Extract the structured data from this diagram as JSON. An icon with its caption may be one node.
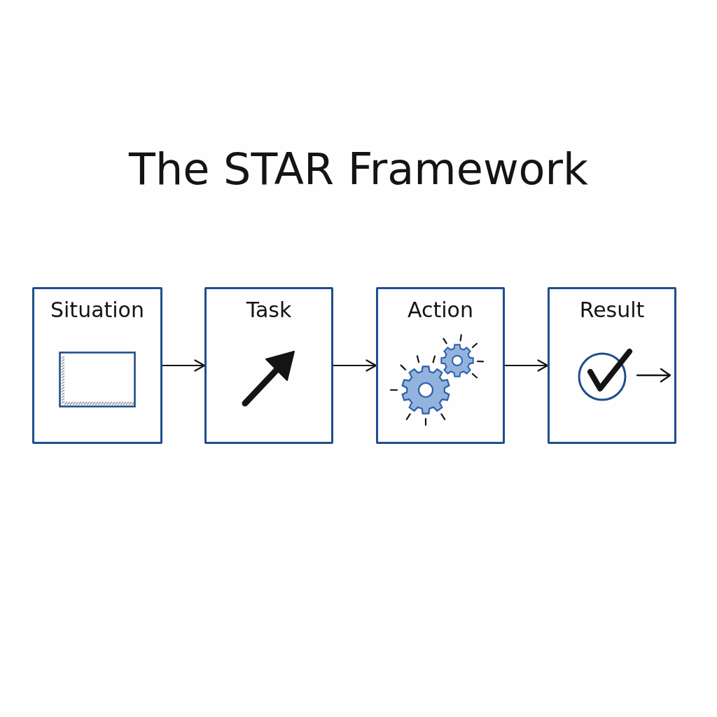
{
  "diagram": {
    "title": "The STAR Framework",
    "nodes": [
      {
        "text": [
          "Situation"
        ]
      },
      {
        "text": [
          "Task"
        ]
      },
      {
        "text": [
          "Action"
        ]
      },
      {
        "text": [
          "Result"
        ]
      }
    ],
    "edges": [
      {
        "from": 0,
        "to": 1,
        "arrow": "to"
      },
      {
        "from": 1,
        "to": 2,
        "arrow": "to"
      },
      {
        "from": 2,
        "to": 3,
        "arrow": "to"
      }
    ]
  }
}
